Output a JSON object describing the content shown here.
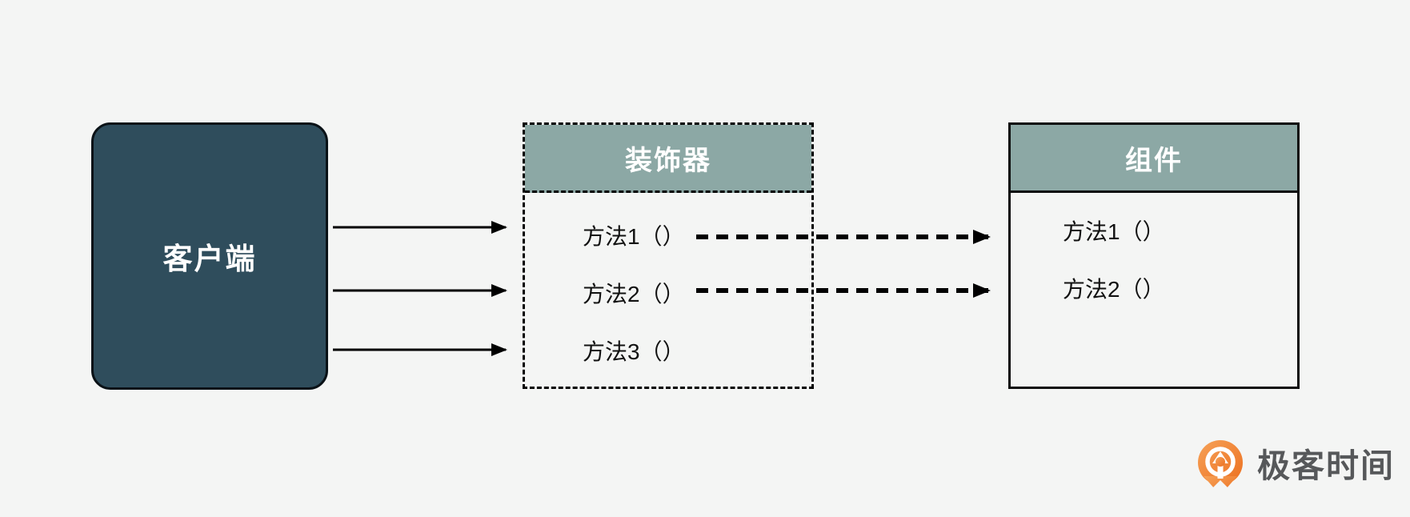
{
  "canvas": {
    "background": "#f4f5f4"
  },
  "diagram": {
    "client": {
      "label": "客户端",
      "fill": "#2f4d5c",
      "text_color": "#ffffff"
    },
    "decorator": {
      "title": "装饰器",
      "header_fill": "#8ca8a5",
      "border_style": "dashed",
      "methods": [
        "方法1（）",
        "方法2（）",
        "方法3（）"
      ]
    },
    "component": {
      "title": "组件",
      "header_fill": "#8ca8a5",
      "border_style": "solid",
      "methods": [
        "方法1（）",
        "方法2（）"
      ]
    },
    "arrows": {
      "client_to_decorator": "solid",
      "decorator_to_component": "dashed"
    }
  },
  "logo": {
    "text": "极客时间",
    "icon": "geektime-logo-icon",
    "icon_color": "#ee7a28",
    "text_color": "#56585a"
  }
}
